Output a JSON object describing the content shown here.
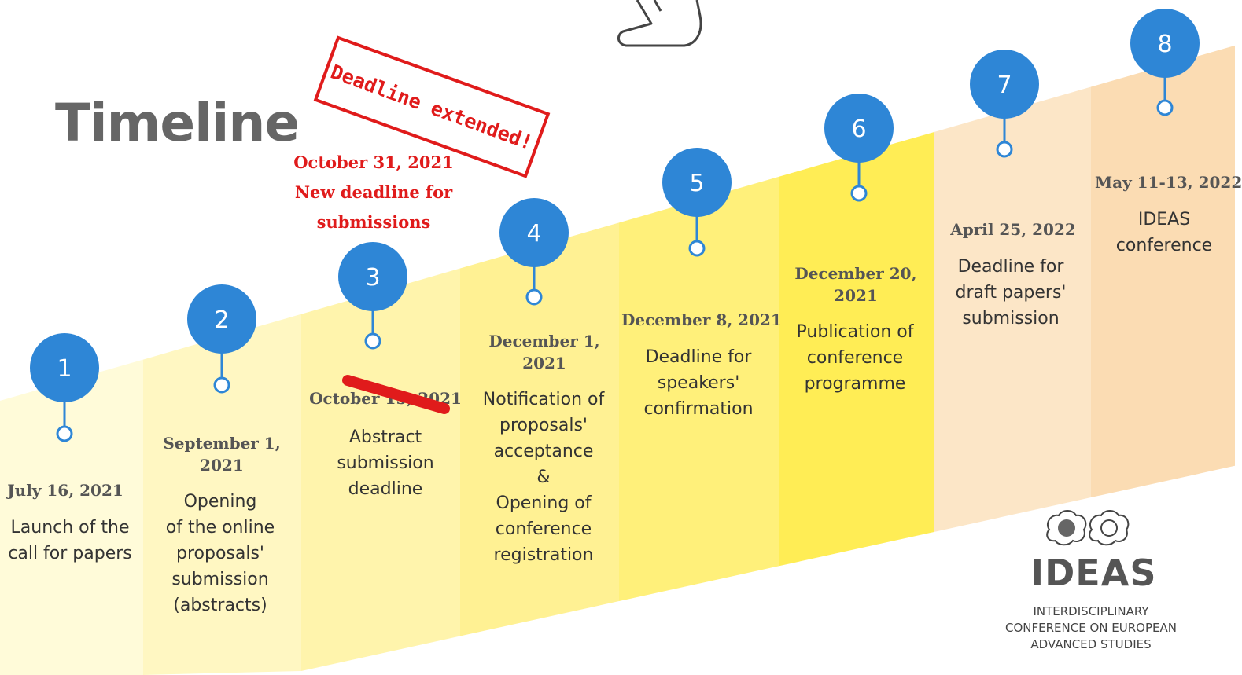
{
  "title": "Timeline",
  "colors": {
    "marker": "#2e86d6",
    "stroke": "#2e86d6",
    "accent_red": "#e01b1b",
    "bands": [
      "#fffbd9",
      "#fff7c2",
      "#fff4ac",
      "#fff193",
      "#fff07a",
      "#ffed55",
      "#fce6c7",
      "#fbdcb3"
    ]
  },
  "milestones": [
    {
      "num": "1",
      "date": "July 16, 2021",
      "desc": [
        "Launch of the",
        "call for papers"
      ]
    },
    {
      "num": "2",
      "date": "September 1, 2021",
      "desc": [
        "Opening",
        "of the online",
        "proposals'",
        "submission",
        "(abstracts)"
      ]
    },
    {
      "num": "3",
      "date": "October 15, 2021",
      "desc": [
        "Abstract",
        "submission",
        "deadline"
      ],
      "struck": true
    },
    {
      "num": "4",
      "date": "December 1, 2021",
      "desc": [
        "Notification of",
        "proposals'",
        "acceptance",
        "&",
        "Opening of",
        "conference",
        "registration"
      ]
    },
    {
      "num": "5",
      "date": "December 8, 2021",
      "desc": [
        "Deadline for",
        "speakers'",
        "confirmation"
      ]
    },
    {
      "num": "6",
      "date": "December 20, 2021",
      "desc": [
        "Publication of",
        "conference",
        "programme"
      ]
    },
    {
      "num": "7",
      "date": "April 25, 2022",
      "desc": [
        "Deadline for",
        "draft papers'",
        "submission"
      ]
    },
    {
      "num": "8",
      "date": "May 11-13, 2022",
      "desc": [
        "IDEAS",
        "conference"
      ]
    }
  ],
  "stamp_text": "Deadline extended!",
  "new_deadline": {
    "date": "October 31, 2021",
    "line1": "New deadline for",
    "line2": "submissions"
  },
  "logo": {
    "word": "IDEAS",
    "sub": [
      "INTERDISCIPLINARY",
      "CONFERENCE ON EUROPEAN",
      "ADVANCED STUDIES"
    ]
  }
}
